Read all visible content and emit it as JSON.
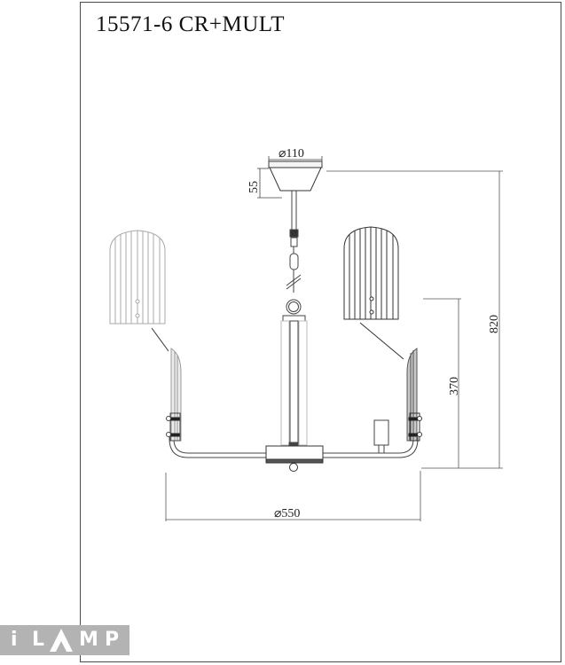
{
  "title": "15571-6 CR+MULT",
  "dimensions": {
    "canopy_diameter": "⌀110",
    "canopy_height": "55",
    "total_height": "820",
    "body_height": "370",
    "overall_diameter": "⌀550"
  },
  "logo": {
    "letters": [
      "i",
      "L",
      "A",
      "M",
      "P"
    ],
    "text": "iLAMP"
  },
  "colors": {
    "line": "#333333",
    "light_line": "#9a9a9a",
    "frame": "#4a4a4a",
    "logo_bg": "#b3b3b3"
  }
}
